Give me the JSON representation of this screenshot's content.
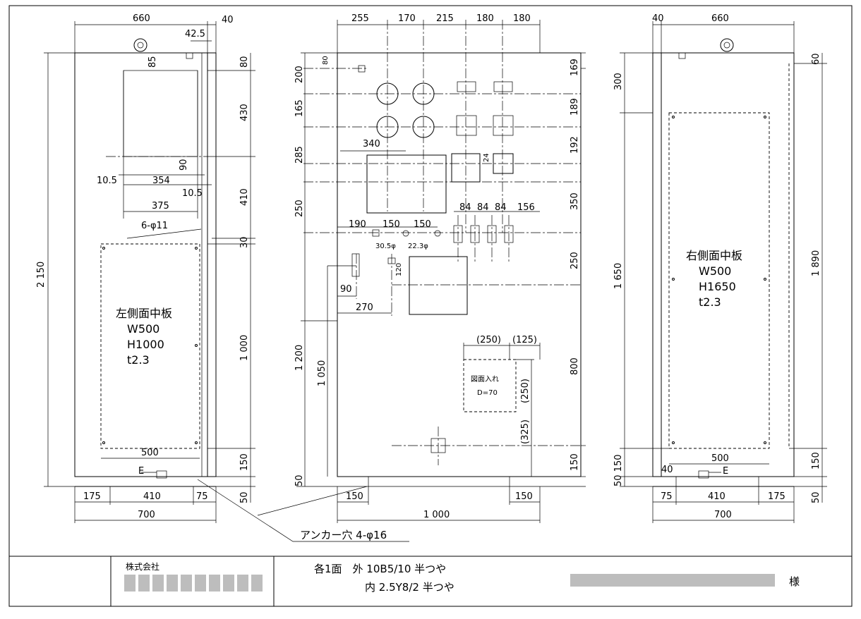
{
  "left_view": {
    "panel_label": [
      "左側面中板",
      "W500",
      "H1000",
      "t2.3"
    ],
    "e_label": "E",
    "dims": {
      "top_width": "660",
      "top_offset": "40",
      "hinge_offset": "42.5",
      "window_top": "85",
      "window_gap": "90",
      "w_10_5_left": "10.5",
      "w_354": "354",
      "w_10_5_right": "10.5",
      "w_375": "375",
      "holes": "6-φ11",
      "w_500": "500",
      "total_height": "2 150",
      "r_80": "80",
      "r_430": "430",
      "r_410": "410",
      "r_30": "30",
      "r_1000": "1 000",
      "r_150": "150",
      "r_50": "50",
      "b_175": "175",
      "b_410": "410",
      "b_75": "75",
      "b_700": "700"
    }
  },
  "front_view": {
    "top": [
      "255",
      "170",
      "215",
      "180",
      "180"
    ],
    "left": [
      "80",
      "200",
      "165",
      "285",
      "250",
      "1 200",
      "50"
    ],
    "right": [
      "169",
      "189",
      "192",
      "350",
      "250",
      "800",
      "150"
    ],
    "w_340": "340",
    "d_24": "24",
    "row_84": [
      "84",
      "84",
      "84",
      "156"
    ],
    "w_190": "190",
    "w_150a": "150",
    "w_150b": "150",
    "phi_30_5": "30.5φ",
    "phi_22_3": "22.3φ",
    "d_120": "120",
    "w_90": "90",
    "w_270": "270",
    "h_1050": "1 050",
    "pocket": {
      "title": "図面入れ",
      "depth": "D=70",
      "w_250": "(250)",
      "w_125": "(125)",
      "h_250": "(250)",
      "h_325": "(325)"
    },
    "b_150_left": "150",
    "b_1000": "1 000",
    "b_150_right": "150"
  },
  "right_view": {
    "panel_label": [
      "右側面中板",
      "W500",
      "H1650",
      "t2.3"
    ],
    "e_label": "E",
    "dims": {
      "top_offset": "40",
      "top_width": "660",
      "l_300": "300",
      "l_1650": "1 650",
      "l_50_150": "50 150",
      "r_60": "60",
      "r_1890": "1 890",
      "r_150": "150",
      "r_50": "50",
      "w_40": "40",
      "w_500": "500",
      "b_75": "75",
      "b_410": "410",
      "b_175": "175",
      "b_700": "700"
    }
  },
  "anchor_note": "アンカー穴 4-φ16",
  "title_block": {
    "company_prefix": "株式会社",
    "spec_line1": "各1面　外 10B5/10 半つや",
    "spec_line2": "内 2.5Y8/2 半つや",
    "suffix": "様"
  }
}
